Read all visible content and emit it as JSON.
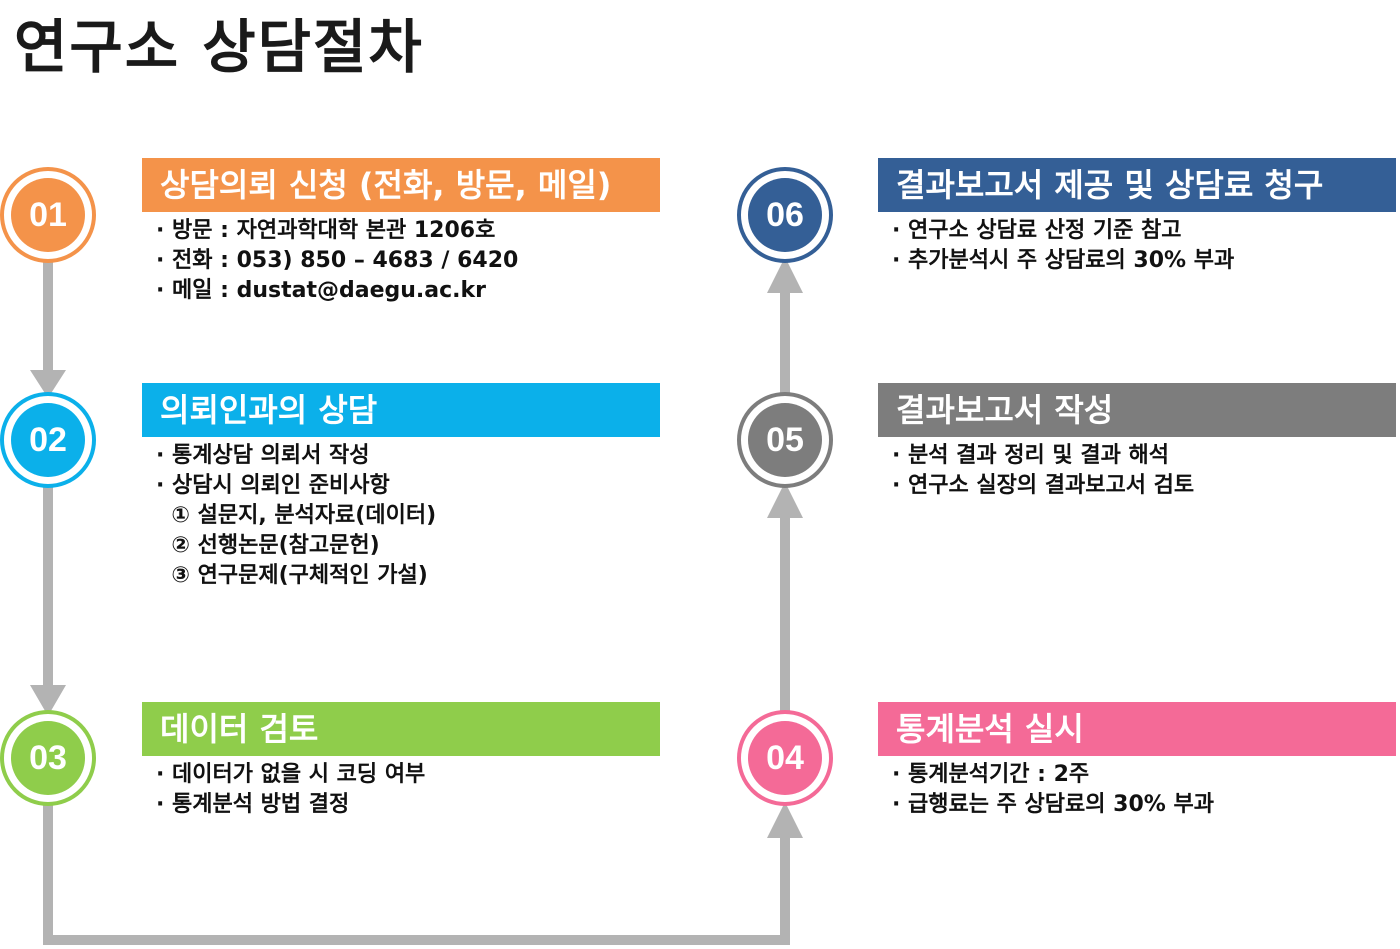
{
  "title": "연구소 상담절차",
  "steps": [
    {
      "number": "01",
      "heading": "상담의뢰 신청 (전화, 방문, 메일)",
      "color": "#f4934a",
      "lines": [
        "· 방문 : 자연과학대학 본관 1206호",
        "· 전화 : 053) 850 – 4683 / 6420",
        "· 메일 : dustat@daegu.ac.kr"
      ]
    },
    {
      "number": "02",
      "heading": "의뢰인과의 상담",
      "color": "#0bb0ea",
      "lines": [
        "· 통계상담 의뢰서 작성",
        "· 상담시 의뢰인 준비사항",
        "  ① 설문지, 분석자료(데이터)",
        "  ② 선행논문(참고문헌)",
        "  ③ 연구문제(구체적인 가설)"
      ]
    },
    {
      "number": "03",
      "heading": "데이터 검토",
      "color": "#8fcd4b",
      "lines": [
        "· 데이터가 없을 시 코딩 여부",
        "· 통계분석 방법 결정"
      ]
    },
    {
      "number": "04",
      "heading": "통계분석 실시",
      "color": "#f46a97",
      "lines": [
        "· 통계분석기간 : 2주",
        "· 급행료는 주 상담료의 30% 부과"
      ]
    },
    {
      "number": "05",
      "heading": "결과보고서 작성",
      "color": "#7d7d7d",
      "lines": [
        "· 분석 결과 정리 및 결과 해석",
        "· 연구소 실장의 결과보고서 검토"
      ]
    },
    {
      "number": "06",
      "heading": "결과보고서 제공 및 상담료 청구",
      "color": "#345f96",
      "lines": [
        "· 연구소 상담료 산정 기준 참고",
        "· 추가분석시 주 상담료의 30% 부과"
      ]
    }
  ]
}
